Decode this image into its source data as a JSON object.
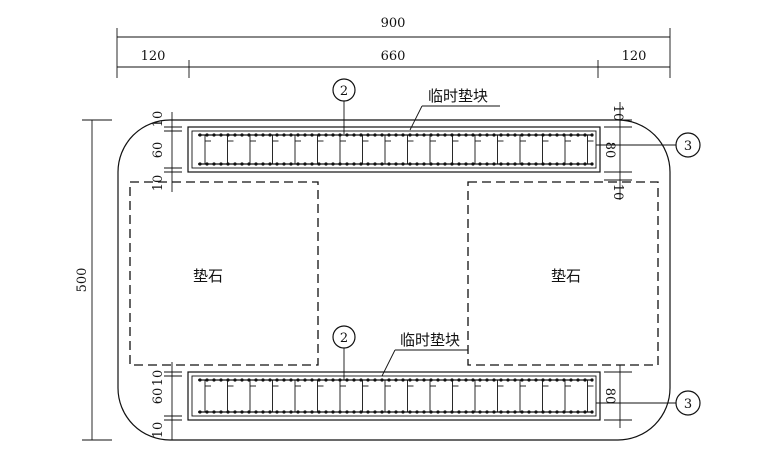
{
  "dimensions": {
    "total_width": "900",
    "left_margin": "120",
    "middle_span": "660",
    "right_margin": "120",
    "total_height": "500",
    "left_top": [
      "10",
      "60",
      "10"
    ],
    "left_bottom": [
      "10",
      "60",
      "10"
    ],
    "right_top": [
      "10",
      "80",
      "10"
    ],
    "right_bottom": [
      "80"
    ]
  },
  "labels": {
    "temp_block_top": "临时垫块",
    "temp_block_bottom": "临时垫块",
    "pad_left": "垫石",
    "pad_right": "垫石",
    "callout_2_top": "2",
    "callout_2_bottom": "2",
    "callout_3_top": "3",
    "callout_3_bottom": "3"
  }
}
